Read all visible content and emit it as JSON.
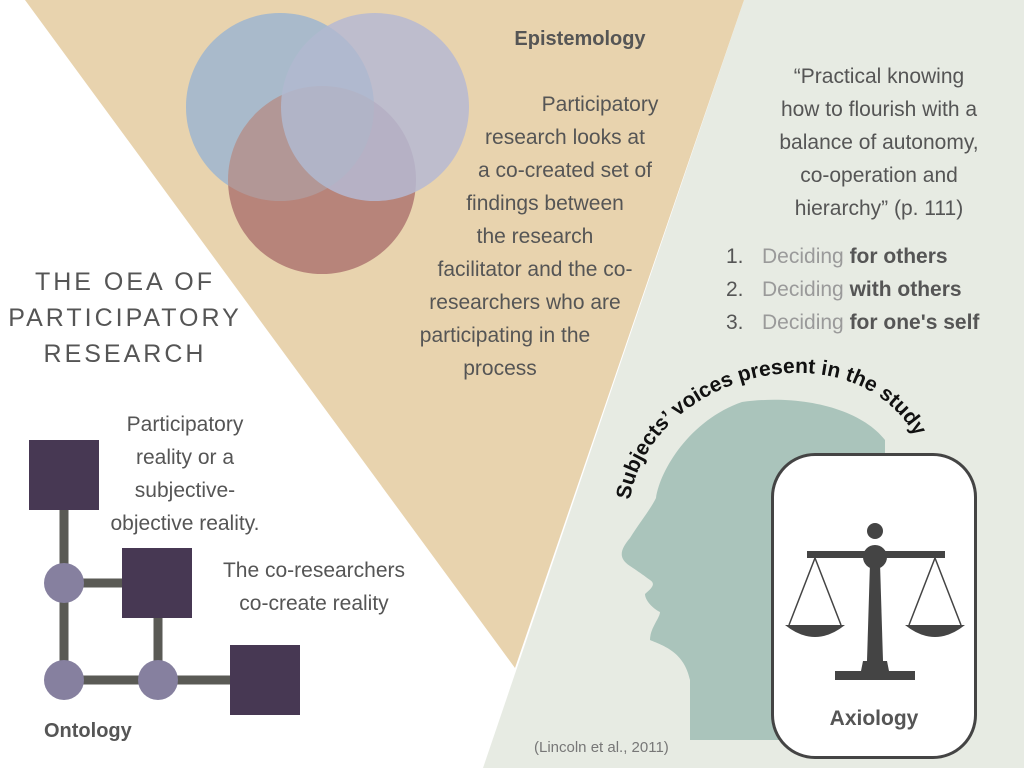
{
  "title_lines": [
    "THE OEA OF",
    "PARTICIPATORY",
    "RESEARCH"
  ],
  "epistemology": {
    "label": "Epistemology",
    "body_lines": [
      "Participatory",
      "research looks at",
      "a co-created set of",
      "findings between",
      "the research",
      "facilitator and the co-",
      "researchers who are",
      "participating in the",
      "process"
    ]
  },
  "axiology": {
    "quote_lines": [
      "“Practical knowing",
      "how to flourish with a",
      "balance of autonomy,",
      "co-operation and",
      "hierarchy” (p. 111)"
    ],
    "list": [
      {
        "num": "1.",
        "verb": "Deciding",
        "object": "for others"
      },
      {
        "num": "2.",
        "verb": "Deciding",
        "object": "with others"
      },
      {
        "num": "3.",
        "verb": "Deciding",
        "object": "for one's self"
      }
    ],
    "arc_text": "Subjects’ voices present in the study",
    "label": "Axiology"
  },
  "ontology": {
    "body_lines": [
      "Participatory",
      "reality or a",
      "subjective-",
      "objective reality."
    ],
    "co_lines": [
      "The co-researchers",
      "co-create reality"
    ],
    "label": "Ontology"
  },
  "citation": "(Lincoln et al., 2011)",
  "colors": {
    "triangle_tan": "#e8d3ae",
    "panel_sage": "#e7ebe3",
    "head_teal": "#aac4bb",
    "circle_blue": "#a9bbcb",
    "circle_lavender": "#b6b8d2",
    "circle_rust": "#b7847a",
    "square_purple": "#473853",
    "node_lavender": "#86809f",
    "connector_gray": "#5a5a55",
    "scale_dark": "#444444"
  },
  "icons": [
    "venn-circles",
    "head-silhouette",
    "balance-scale-icon",
    "network-nodes"
  ]
}
